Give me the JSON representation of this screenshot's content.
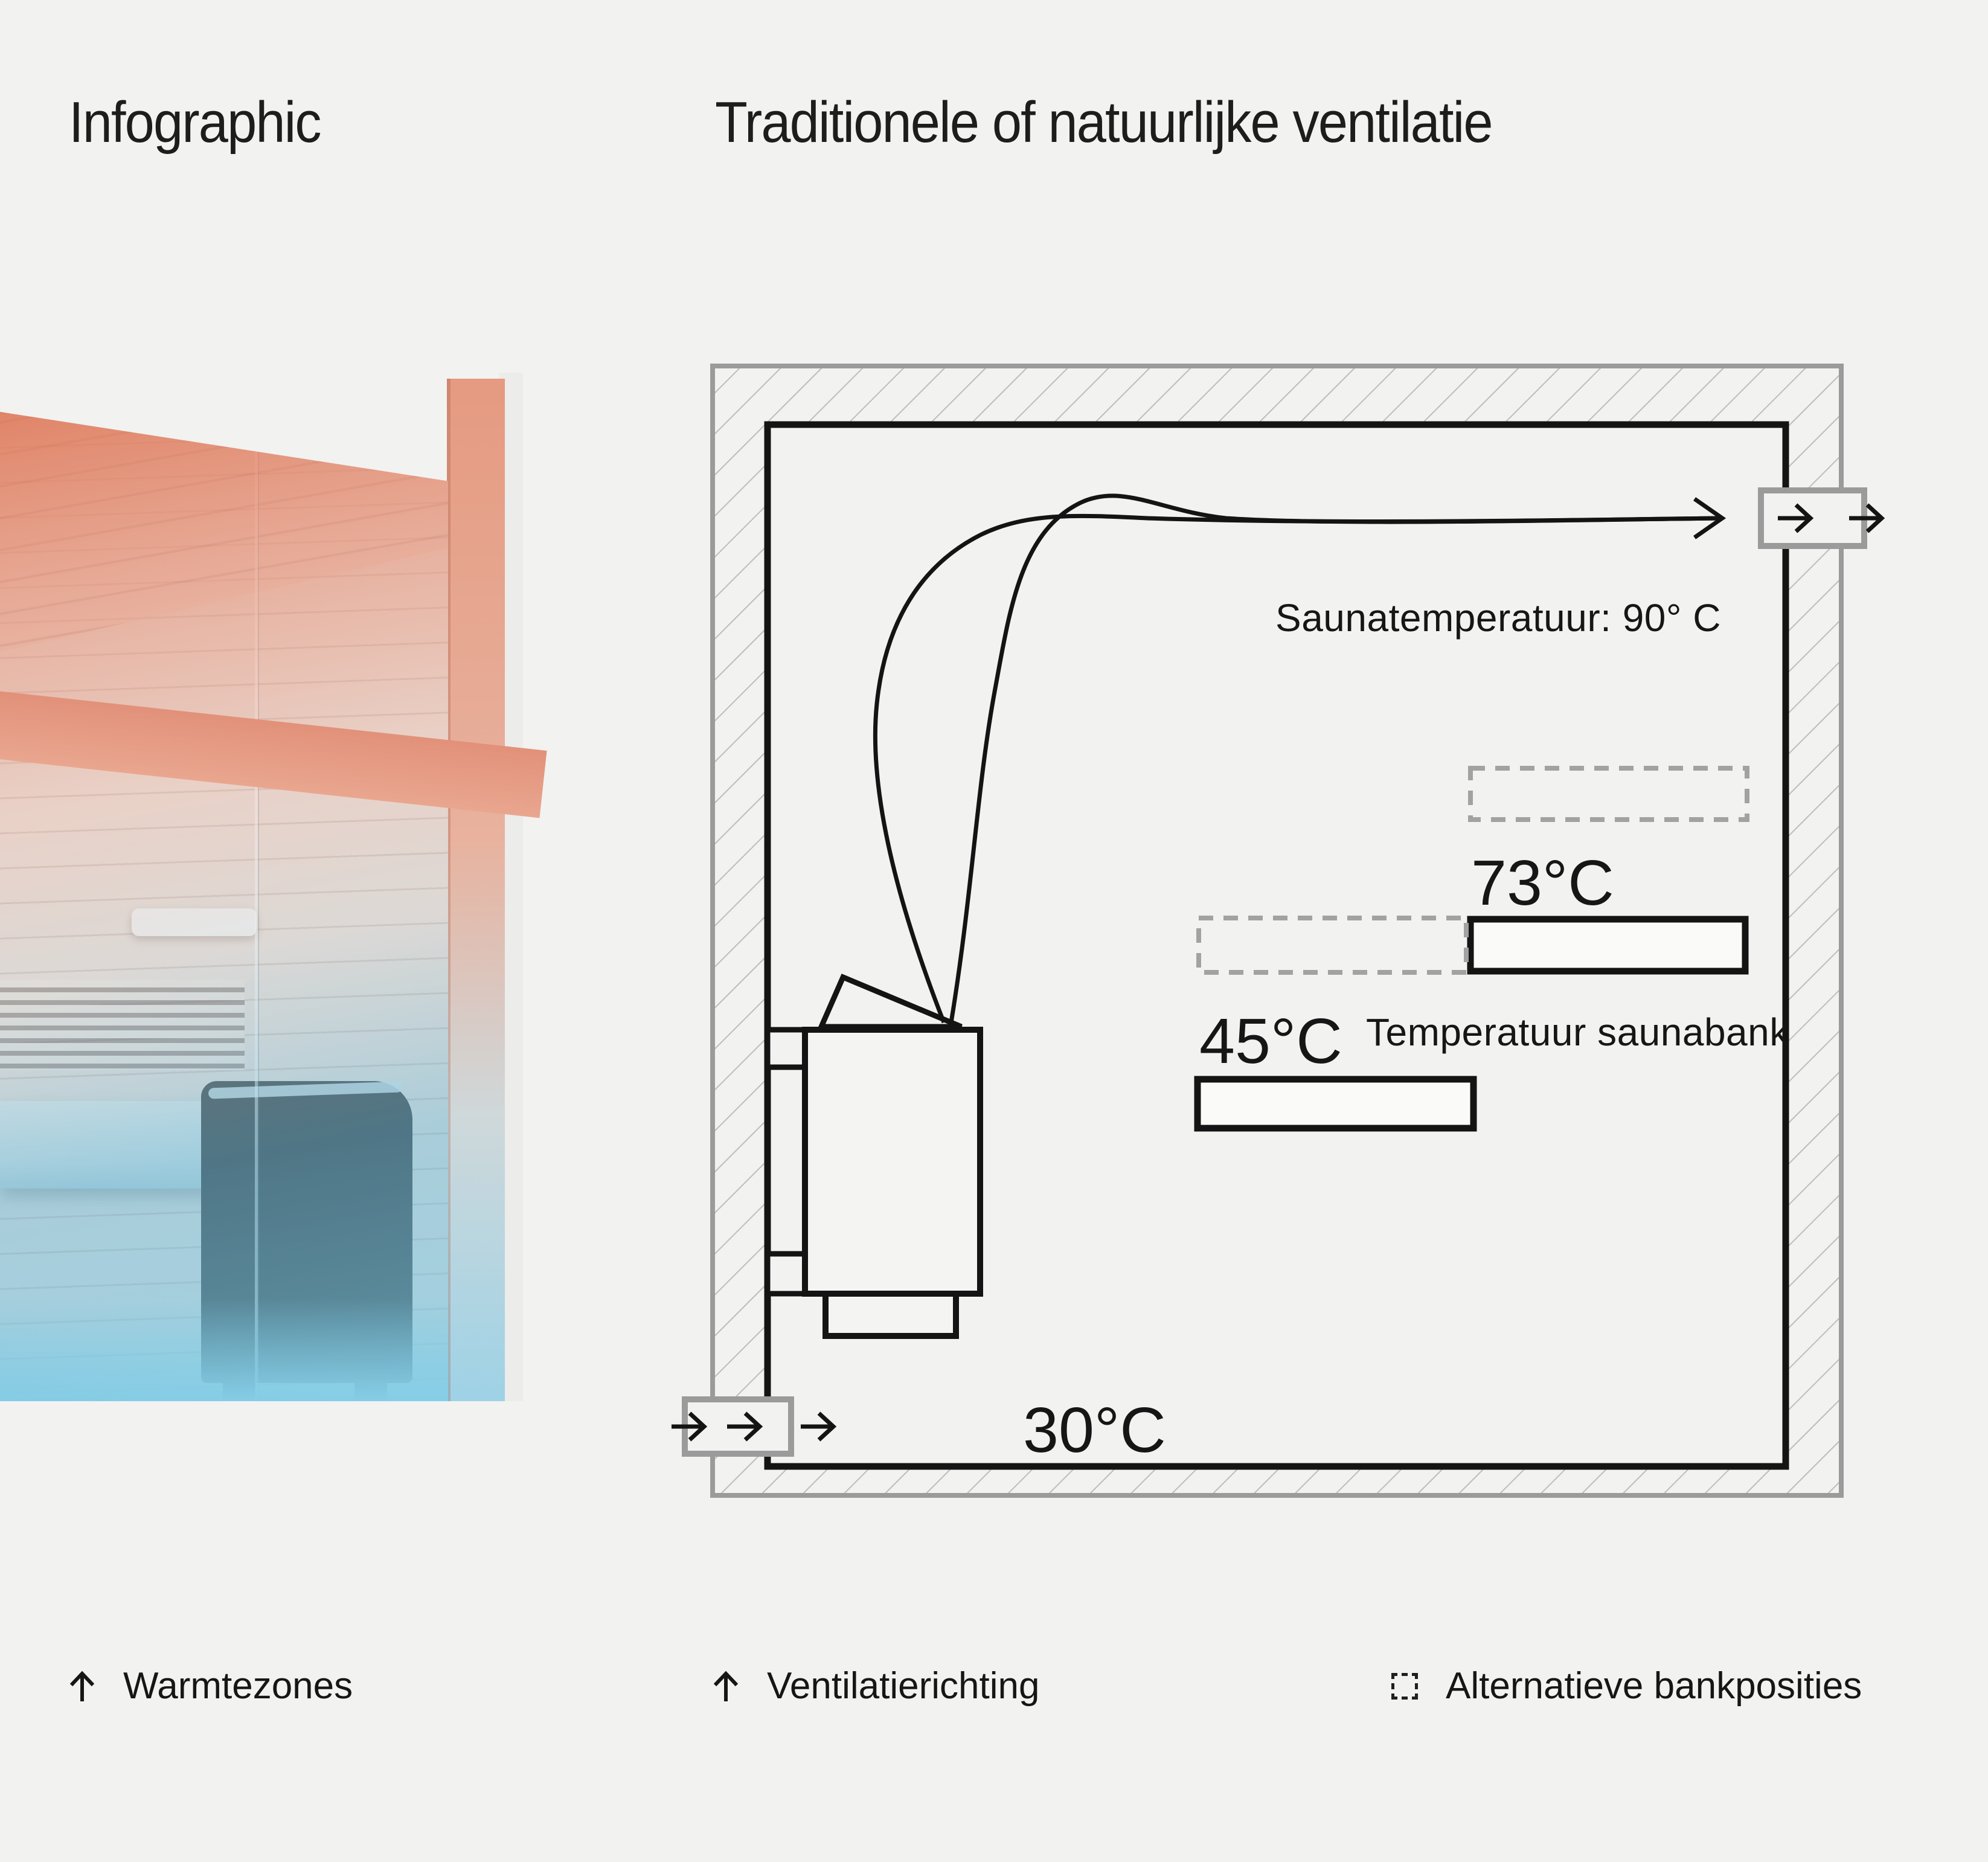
{
  "header": {
    "title_left": "Infographic",
    "title_right": "Traditionele of natuurlijke ventilatie"
  },
  "diagram": {
    "sauna_temperature": "Saunatemperatuur: 90° C",
    "upper_bench_temperature": "73°C",
    "lower_bench_temperature": "45°C",
    "bench_caption": "Temperatuur saunabank",
    "floor_temperature": "30°C"
  },
  "legend": {
    "items": [
      {
        "icon": "up-arrow-icon",
        "label": "Warmtezones"
      },
      {
        "icon": "up-arrow-icon",
        "label": "Ventilatierichting"
      },
      {
        "icon": "dashed-square-icon",
        "label": "Alternatieve bankposities"
      }
    ]
  },
  "colors": {
    "background": "#f2f2f1",
    "line": "#141414",
    "wall_gray": "#9b9b9b",
    "hatch_gray": "#bdbdbd",
    "dashed_gray": "#a2a2a2",
    "warm_zone": "#e2927a",
    "cool_zone": "#7ec2dc"
  }
}
